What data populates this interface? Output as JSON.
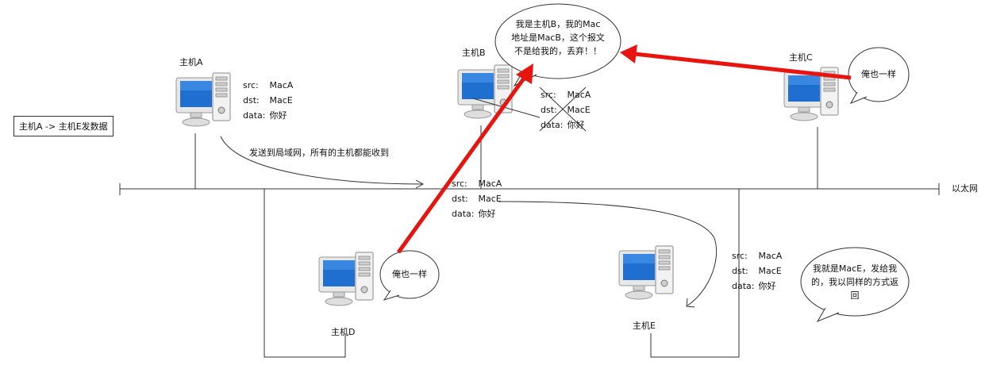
{
  "title_box": "主机A -> 主机E发数据",
  "network_label": "以太网",
  "broadcast_note": "发送到局域网，所有的主机都能收到",
  "hosts": {
    "a": "主机A",
    "b": "主机B",
    "c": "主机C",
    "d": "主机D",
    "e": "主机E"
  },
  "packet": {
    "src_key": "src:",
    "src_val": "MacA",
    "dst_key": "dst:",
    "dst_val": "MacE",
    "data_key": "data:",
    "data_val": "你好"
  },
  "bubbles": {
    "b_lines": [
      "我是主机B，我的Mac",
      "地址是MacB，这个报文",
      "不是给我的，丢弃！！"
    ],
    "c": "俺也一样",
    "d": "俺也一样",
    "e_lines": [
      "我就是MacE，发给我",
      "的，我以同样的方式返回"
    ]
  },
  "colors": {
    "arrow_red": "#e8140f",
    "screen_blue": "#1f6fd1",
    "line": "#333333"
  },
  "icons": [
    "desktop-computer-icon"
  ]
}
